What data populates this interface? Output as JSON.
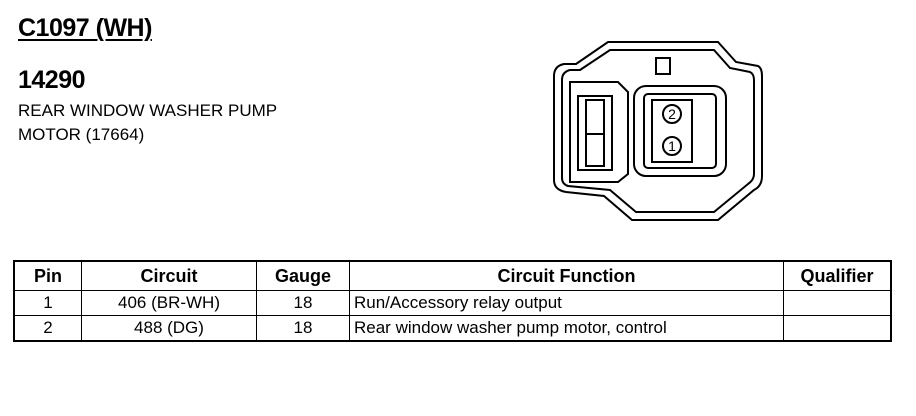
{
  "connector": {
    "id": "C1097 (WH)",
    "part_number": "14290",
    "description_lines": [
      "REAR WINDOW WASHER PUMP",
      "MOTOR (17664)"
    ],
    "pin_labels": [
      "2",
      "1"
    ]
  },
  "table": {
    "headers": {
      "pin": "Pin",
      "circuit": "Circuit",
      "gauge": "Gauge",
      "function": "Circuit Function",
      "qualifier": "Qualifier"
    },
    "rows": [
      {
        "pin": "1",
        "circuit": "406 (BR-WH)",
        "gauge": "18",
        "function": "Run/Accessory relay output",
        "qualifier": ""
      },
      {
        "pin": "2",
        "circuit": "488 (DG)",
        "gauge": "18",
        "function": "Rear window washer pump motor, control",
        "qualifier": ""
      }
    ]
  }
}
